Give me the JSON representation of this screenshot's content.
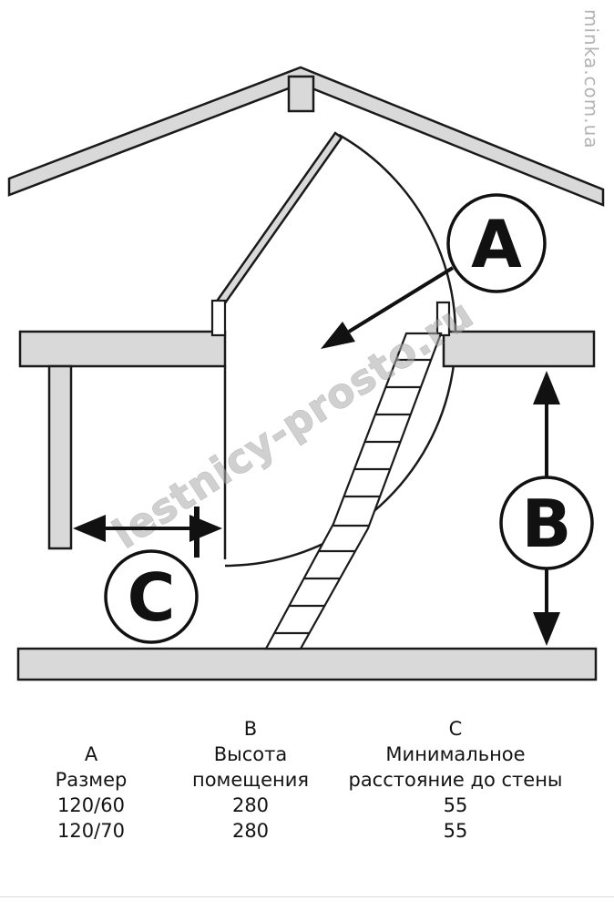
{
  "diagram": {
    "labels": {
      "a": "A",
      "b": "B",
      "c": "C"
    },
    "watermark_diagonal": "lestnicy-prosto.ru",
    "watermark_vertical": "minka.com.ua",
    "colors": {
      "structure_fill": "#d9d9d9",
      "outline": "#1a1a1a",
      "dimension": "#111111",
      "watermark": "#aaaaaa"
    }
  },
  "table": {
    "cells": [
      [
        "",
        "B",
        "C"
      ],
      [
        "A",
        "Высота",
        "Минимальное"
      ],
      [
        "Размер",
        "помещения",
        "расстояние до стены"
      ],
      [
        "120/60",
        "280",
        "55"
      ],
      [
        "120/70",
        "280",
        "55"
      ]
    ]
  }
}
